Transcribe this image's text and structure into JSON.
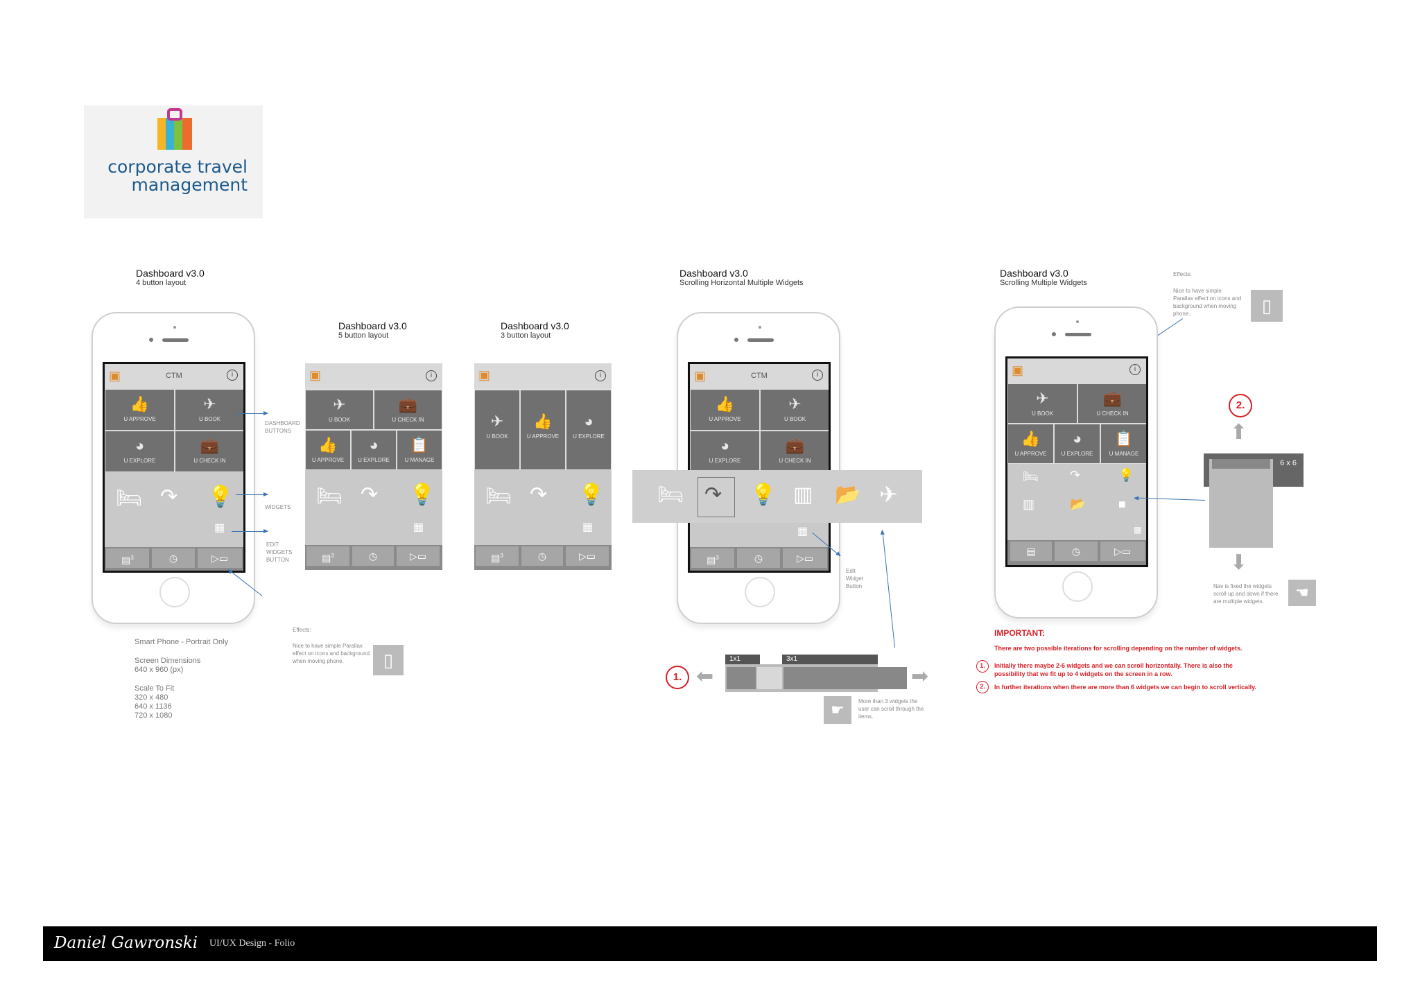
{
  "brand": {
    "company": "corporate travel management"
  },
  "screens": [
    {
      "title": "Dashboard v3.0",
      "subtitle": "4 button layout"
    },
    {
      "title": "Dashboard v3.0",
      "subtitle": "5 button layout"
    },
    {
      "title": "Dashboard v3.0",
      "subtitle": "3 button layout"
    },
    {
      "title": "Dashboard v3.0",
      "subtitle": "Scrolling Horizontal Multiple Widgets"
    },
    {
      "title": "Dashboard v3.0",
      "subtitle": "Scrolling Multiple Widgets"
    }
  ],
  "app": {
    "header_title": "CTM",
    "badge": "3"
  },
  "buttons": {
    "approve": "U APPROVE",
    "book": "U BOOK",
    "explore": "U EXPLORE",
    "checkin": "U CHECK IN",
    "manage": "U MANAGE"
  },
  "callouts": {
    "dashboard_buttons": "DASHBOARD BUTTONS",
    "widgets": "WIDGETS",
    "edit_widgets": "EDIT WIDGETS BUTTON",
    "edit_widget": "Edit Widget Button"
  },
  "effects": {
    "label": "Effects:",
    "text": "Nice to have simple Parallax effect on icons and background when moving phone."
  },
  "specs": {
    "device": "Smart Phone - Portrait Only",
    "dims_label": "Screen Dimensions",
    "dims": "640 x 960 (px)",
    "scale_label": "Scale To Fit",
    "s1": "320 x 480",
    "s2": "640 x 1136",
    "s3": "720 x 1080"
  },
  "scroll": {
    "num1": "1.",
    "num2": "2.",
    "c1": "1x1",
    "c3": "3x1",
    "grid": "6 x 6",
    "more_note": "More than 3 widgets the user can scroll through the items.",
    "nav_note": "Nav is fixed the widgets scroll up and down if there are multiple widgets."
  },
  "important": {
    "heading": "IMPORTANT:",
    "intro": "There are two possible iterations for scrolling depending on the number of widgets.",
    "p1": "Initially there maybe 2-6 widgets and we can scroll horizontally. There is also the possibility that we fit up to 4 widgets on the screen in a row.",
    "p2": "In further iterations when there are more than 6 widgets we can begin to scroll vertically."
  },
  "footer": {
    "author": "Daniel Gawronski",
    "tagline": "UI/UX Design - Folio"
  },
  "colors": {
    "tile": "#707070",
    "accent_blue": "#3a73b5",
    "important_red": "#d62027"
  }
}
